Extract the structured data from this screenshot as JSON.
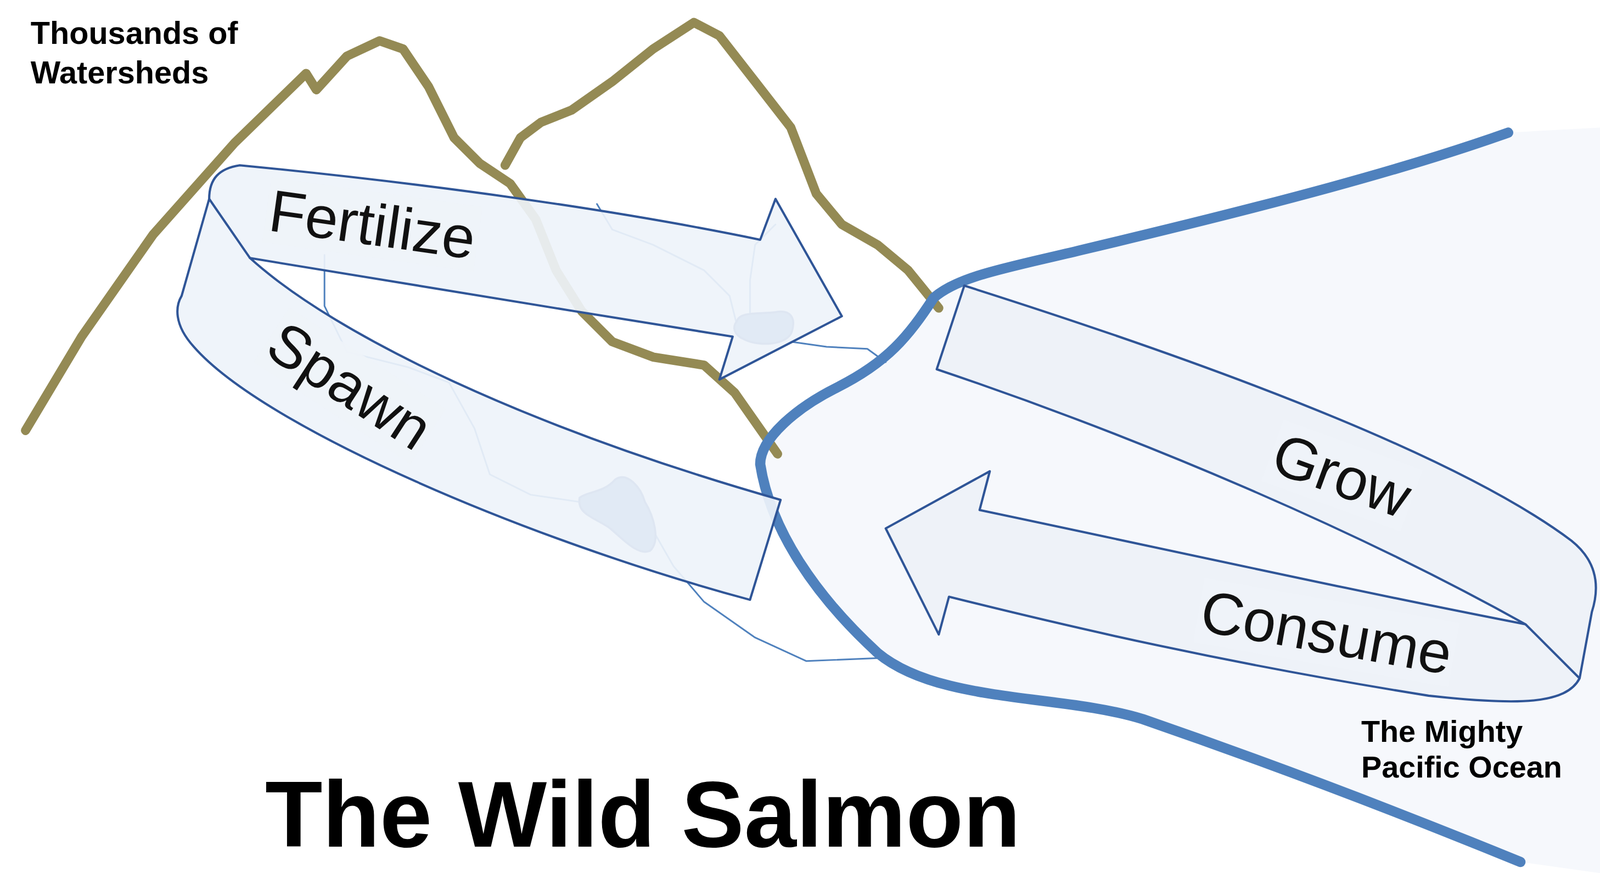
{
  "diagram": {
    "title": "The Wild Salmon",
    "nodes": [
      {
        "text": [
          "Fertilize",
          "Spawn"
        ]
      },
      {
        "text": [
          "Grow",
          "Consume"
        ]
      }
    ],
    "labels": [
      "Thousands of Watersheds",
      "The Mighty Pacific Ocean"
    ]
  }
}
